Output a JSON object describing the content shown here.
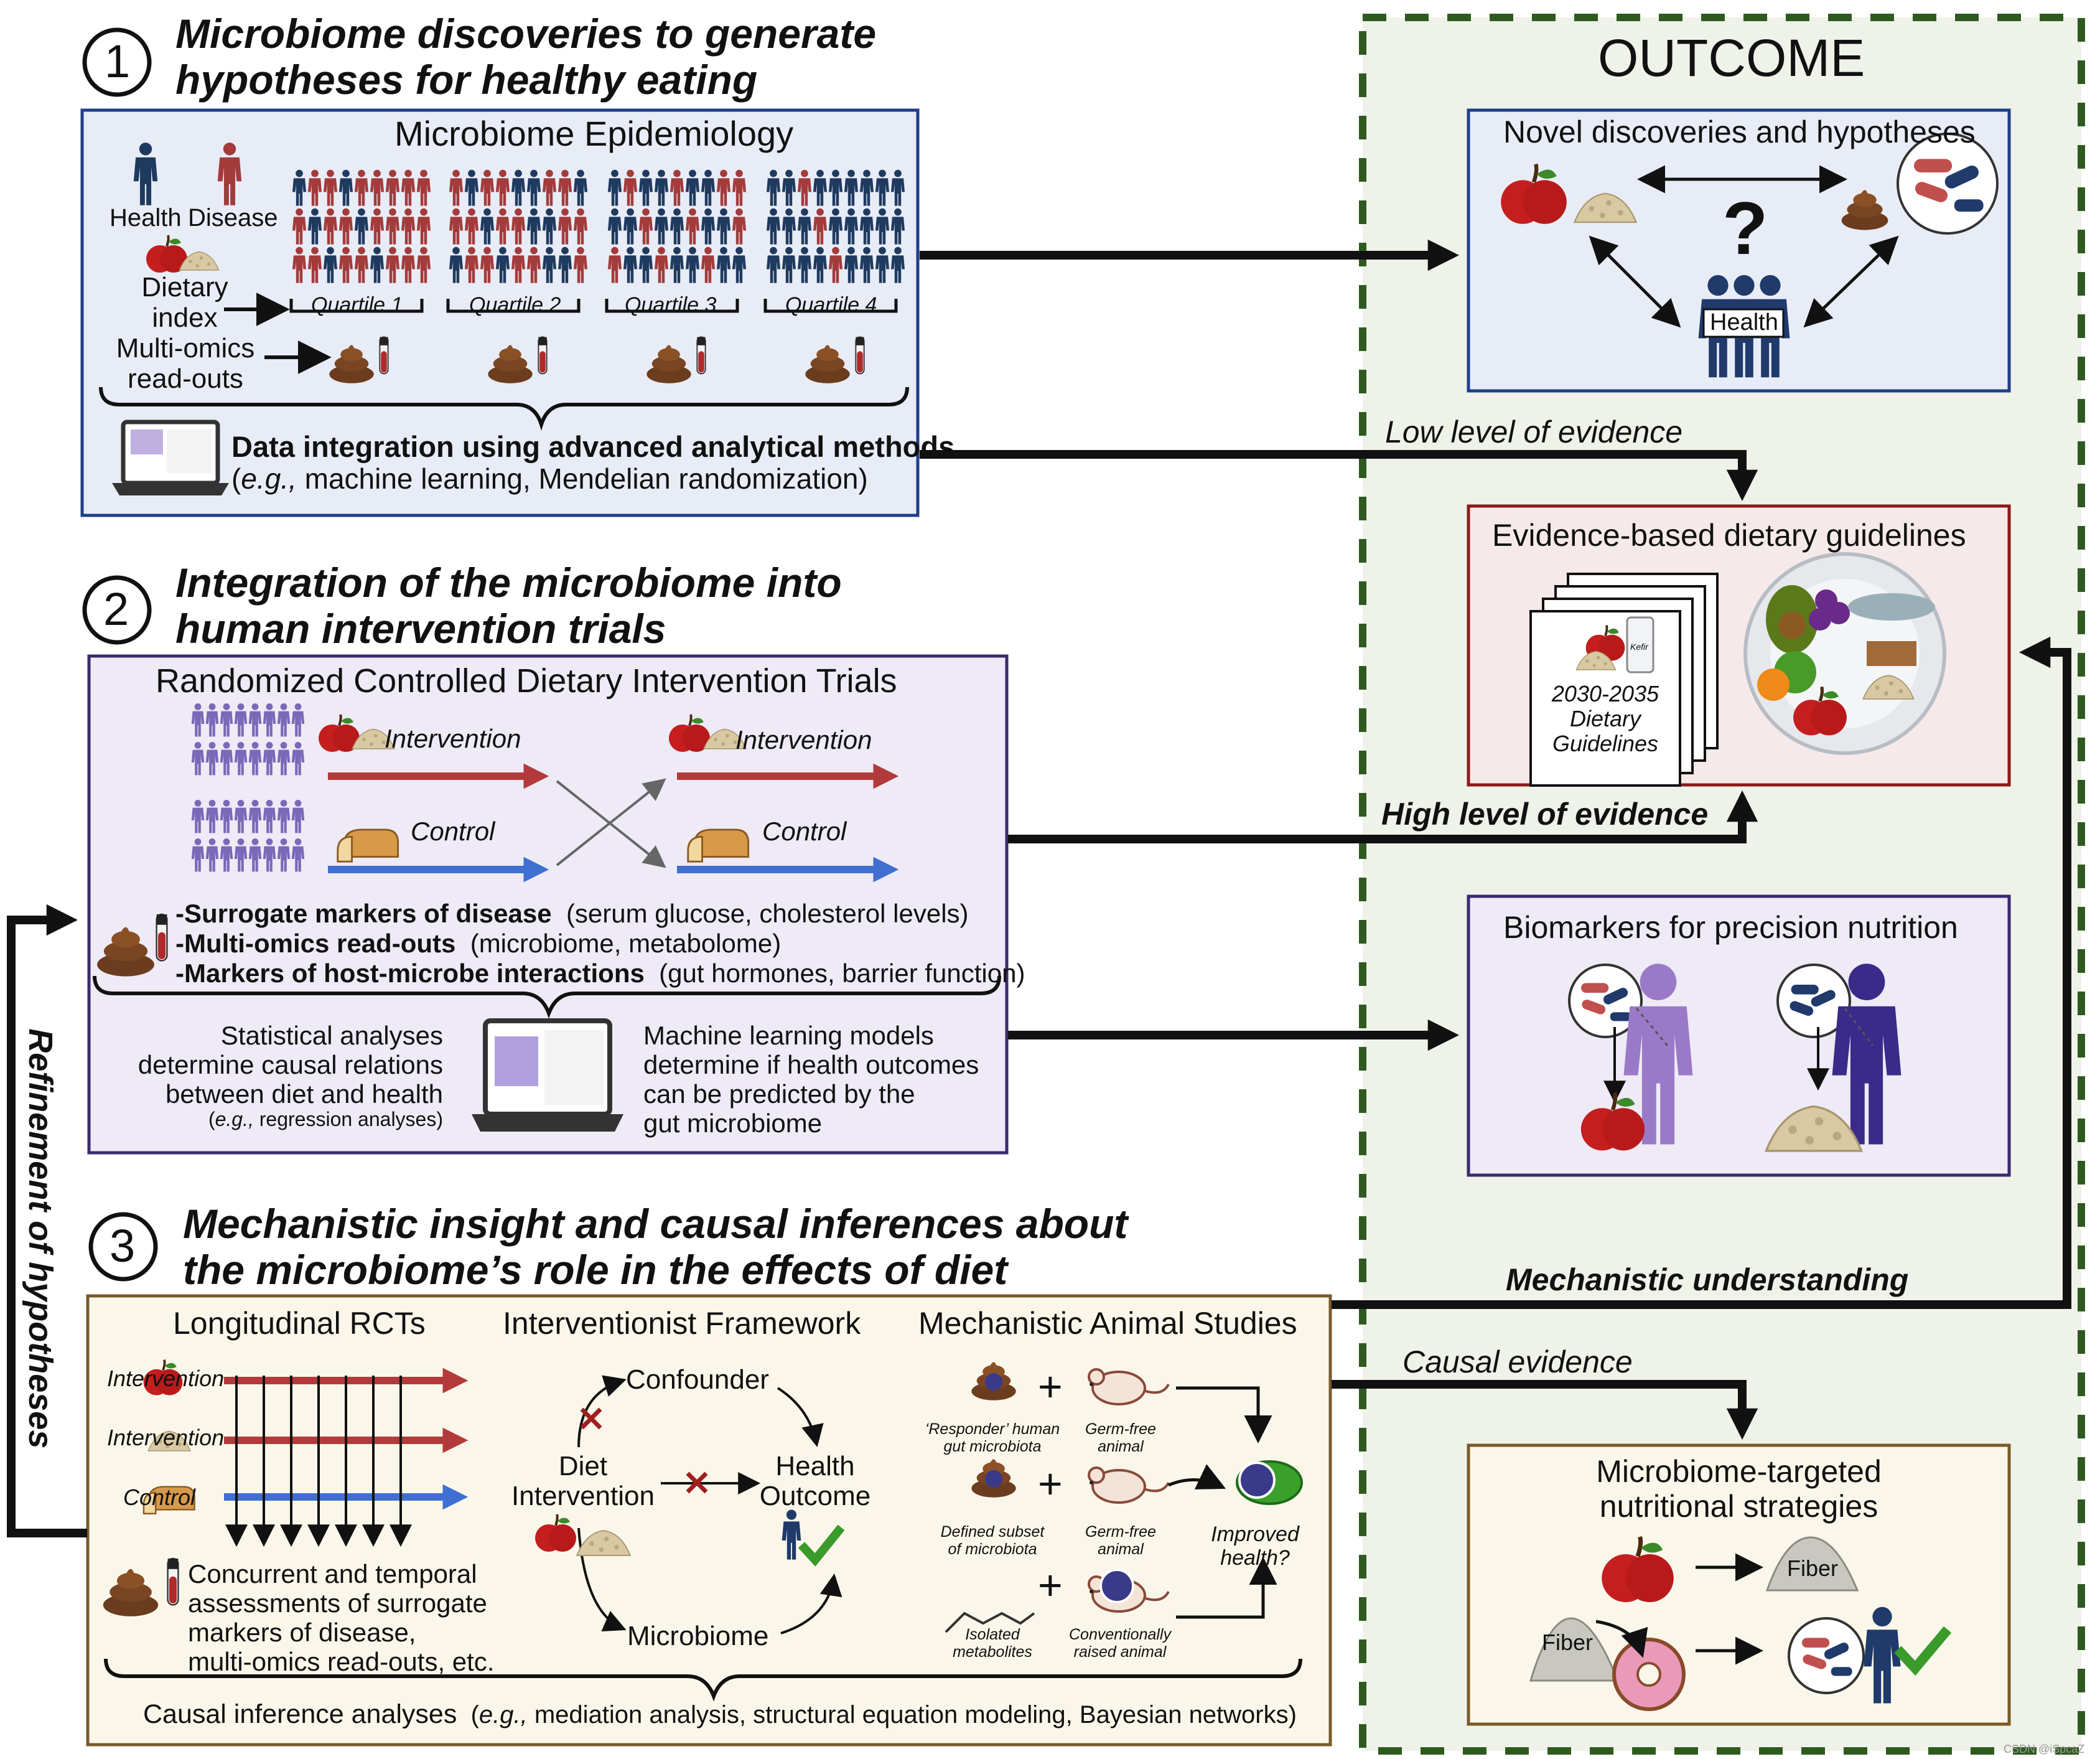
{
  "outcome": {
    "title": "OUTCOME",
    "novel": {
      "title": "Novel discoveries and hypotheses",
      "question": "?",
      "health": "Health"
    },
    "guidelines": {
      "title": "Evidence-based dietary guidelines",
      "doc_line1": "2030-2035",
      "doc_line2": "Dietary",
      "doc_line3": "Guidelines",
      "kefir": "Kefir"
    },
    "biomarkers": {
      "title": "Biomarkers for precision nutrition"
    },
    "strategies": {
      "title_line1": "Microbiome-targeted",
      "title_line2": "nutritional strategies",
      "fiber1": "Fiber",
      "fiber2": "Fiber"
    }
  },
  "section1": {
    "number": "1",
    "title_line1": "Microbiome discoveries to generate",
    "title_line2": "hypotheses for healthy eating",
    "box_title": "Microbiome Epidemiology",
    "health": "Health",
    "disease": "Disease",
    "dietary_index": "Dietary\nindex",
    "multiomics": "Multi-omics\nread-outs",
    "quartiles": [
      "Quartile 1",
      "Quartile 2",
      "Quartile 3",
      "Quartile 4"
    ],
    "integration_bold": "Data integration using advanced analytical methods",
    "integration_eg": "e.g.,",
    "integration_rest": " machine learning, Mendelian randomization)"
  },
  "section2": {
    "number": "2",
    "title_line1": "Integration of the microbiome into",
    "title_line2": "human intervention trials",
    "box_title": "Randomized Controlled Dietary Intervention Trials",
    "intervention1": "Intervention",
    "control1": "Control",
    "intervention2": "Intervention",
    "control2": "Control",
    "marker1_bold": "-Surrogate markers of disease",
    "marker1_rest": "(serum glucose, cholesterol levels)",
    "marker2_bold": "-Multi-omics read-outs",
    "marker2_rest": "(microbiome, metabolome)",
    "marker3_bold": "-Markers of host-microbe interactions",
    "marker3_rest": "(gut hormones, barrier function)",
    "stats": "Statistical analyses\ndetermine causal relations\nbetween diet and health",
    "stats_eg": "e.g.,",
    "stats_eg_rest": " regression analyses)",
    "ml": "Machine learning models\ndetermine if health outcomes\ncan be predicted by the\ngut microbiome"
  },
  "section3": {
    "number": "3",
    "title_line1": "Mechanistic insight and causal inferences about",
    "title_line2": "the microbiome’s role in the effects of diet",
    "col1_title": "Longitudinal RCTs",
    "col2_title": "Interventionist Framework",
    "col3_title": "Mechanistic Animal Studies",
    "int_a": "Intervention",
    "int_b": "Intervention",
    "control": "Control",
    "concurrent": "Concurrent and temporal\nassessments of surrogate\nmarkers of disease,\nmulti-omics read-outs, etc.",
    "confounder": "Confounder",
    "diet": "Diet\nIntervention",
    "health_outcome": "Health\nOutcome",
    "microbiome": "Microbiome",
    "responder": "‘Responder’ human\ngut microbiota",
    "germfree1": "Germ-free\nanimal",
    "defined": "Defined subset\nof microbiota",
    "germfree2": "Germ-free\nanimal",
    "isolated": "Isolated\nmetabolites",
    "conventional": "Conventionally\nraised animal",
    "improved": "Improved\nhealth?",
    "plus": "+",
    "causal_bold": "Causal inference analyses",
    "causal_eg": "e.g.,",
    "causal_rest": " mediation analysis, structural equation modeling, Bayesian networks)"
  },
  "connectors": {
    "low": "Low level of evidence",
    "high": "High level of evidence",
    "mechanistic": "Mechanistic understanding",
    "causal": "Causal evidence",
    "refinement": "Refinement of hypotheses"
  },
  "watermark": "CSDN @iSpcaZ",
  "colors": {
    "health": "#1f3a5f",
    "disease": "#a33b3b",
    "intervention": "#b23a3a",
    "control": "#3f6fd1",
    "outcome_border": "#2f5a1f",
    "box1_border": "#1f3f8a",
    "box2_border": "#3a2a6e",
    "box3_border": "#7a5a2a"
  }
}
